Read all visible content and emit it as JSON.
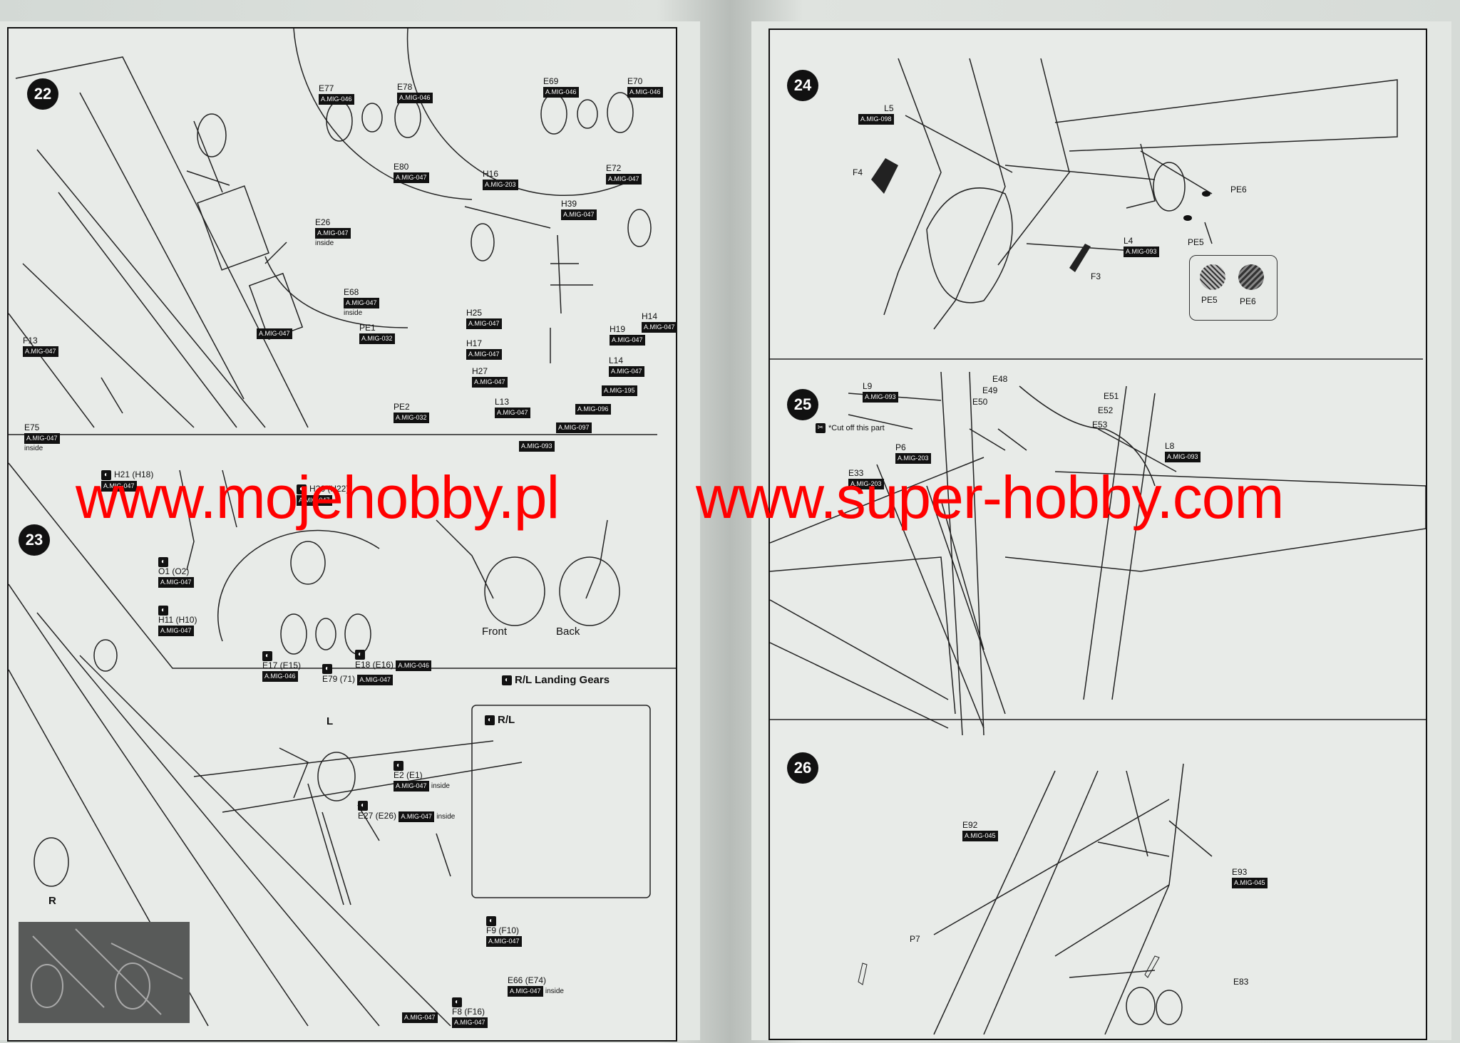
{
  "left_page": {
    "step22": {
      "number": "22",
      "labels": {
        "e77": "E77",
        "e78": "E78",
        "e80": "E80",
        "e69": "E69",
        "e70": "E70",
        "e72": "E72",
        "h16": "H16",
        "h39": "H39",
        "e26": "E26",
        "e68": "E68",
        "pe1": "PE1",
        "pe2": "PE2",
        "f13": "F13",
        "e75": "E75",
        "h25": "H25",
        "h17": "H17",
        "h27": "H27",
        "l13": "L13",
        "h19": "H19",
        "h14": "H14",
        "l14": "L14"
      },
      "tags": {
        "a046": "A.MIG-046",
        "a047": "A.MIG-047",
        "a203": "A.MIG-203",
        "a032": "A.MIG-032",
        "a195": "A.MIG-195",
        "a096": "A.MIG-096",
        "a097": "A.MIG-097",
        "a093": "A.MIG-093"
      },
      "inside": "inside"
    },
    "step23": {
      "number": "23",
      "labels": {
        "h21": "H21 (H18)",
        "h26": "H26 (H22)",
        "o1": "O1 (O2)",
        "h11": "H11 (H10)",
        "e17": "E17 (E15)",
        "e79": "E79 (71)",
        "e18": "E18 (E16)",
        "front": "Front",
        "back": "Back",
        "landing": "R/L Landing Gears",
        "l": "L",
        "r": "R",
        "rl": "R/L",
        "e2": "E2 (E1)",
        "e27": "E27 (E26)",
        "f9": "F9 (F10)",
        "e66": "E66 (E74)",
        "f8": "F8 (F16)"
      }
    }
  },
  "right_page": {
    "step24": {
      "number": "24",
      "labels": {
        "l5": "L5",
        "f4": "F4",
        "f3": "F3",
        "l4": "L4",
        "pe5": "PE5",
        "pe6": "PE6"
      },
      "tags": {
        "a098": "A.MIG-098",
        "a093": "A.MIG-093"
      }
    },
    "step25": {
      "number": "25",
      "labels": {
        "l9": "L9",
        "e48": "E48",
        "e49": "E49",
        "e50": "E50",
        "e51": "E51",
        "e52": "E52",
        "e53": "E53",
        "l8": "L8",
        "p6": "P6",
        "e33": "E33",
        "cut": "*Cut off this part"
      },
      "tags": {
        "a093": "A.MIG-093",
        "a203": "A.MIG-203"
      }
    },
    "step26": {
      "number": "26",
      "labels": {
        "e92": "E92",
        "e93": "E93",
        "p7": "P7",
        "e83": "E83"
      },
      "tags": {
        "a045": "A.MIG-045"
      }
    }
  },
  "watermark": {
    "left": "www.mojehobby.pl",
    "right": "www.super-hobby.com",
    "color": "#ff0000"
  }
}
